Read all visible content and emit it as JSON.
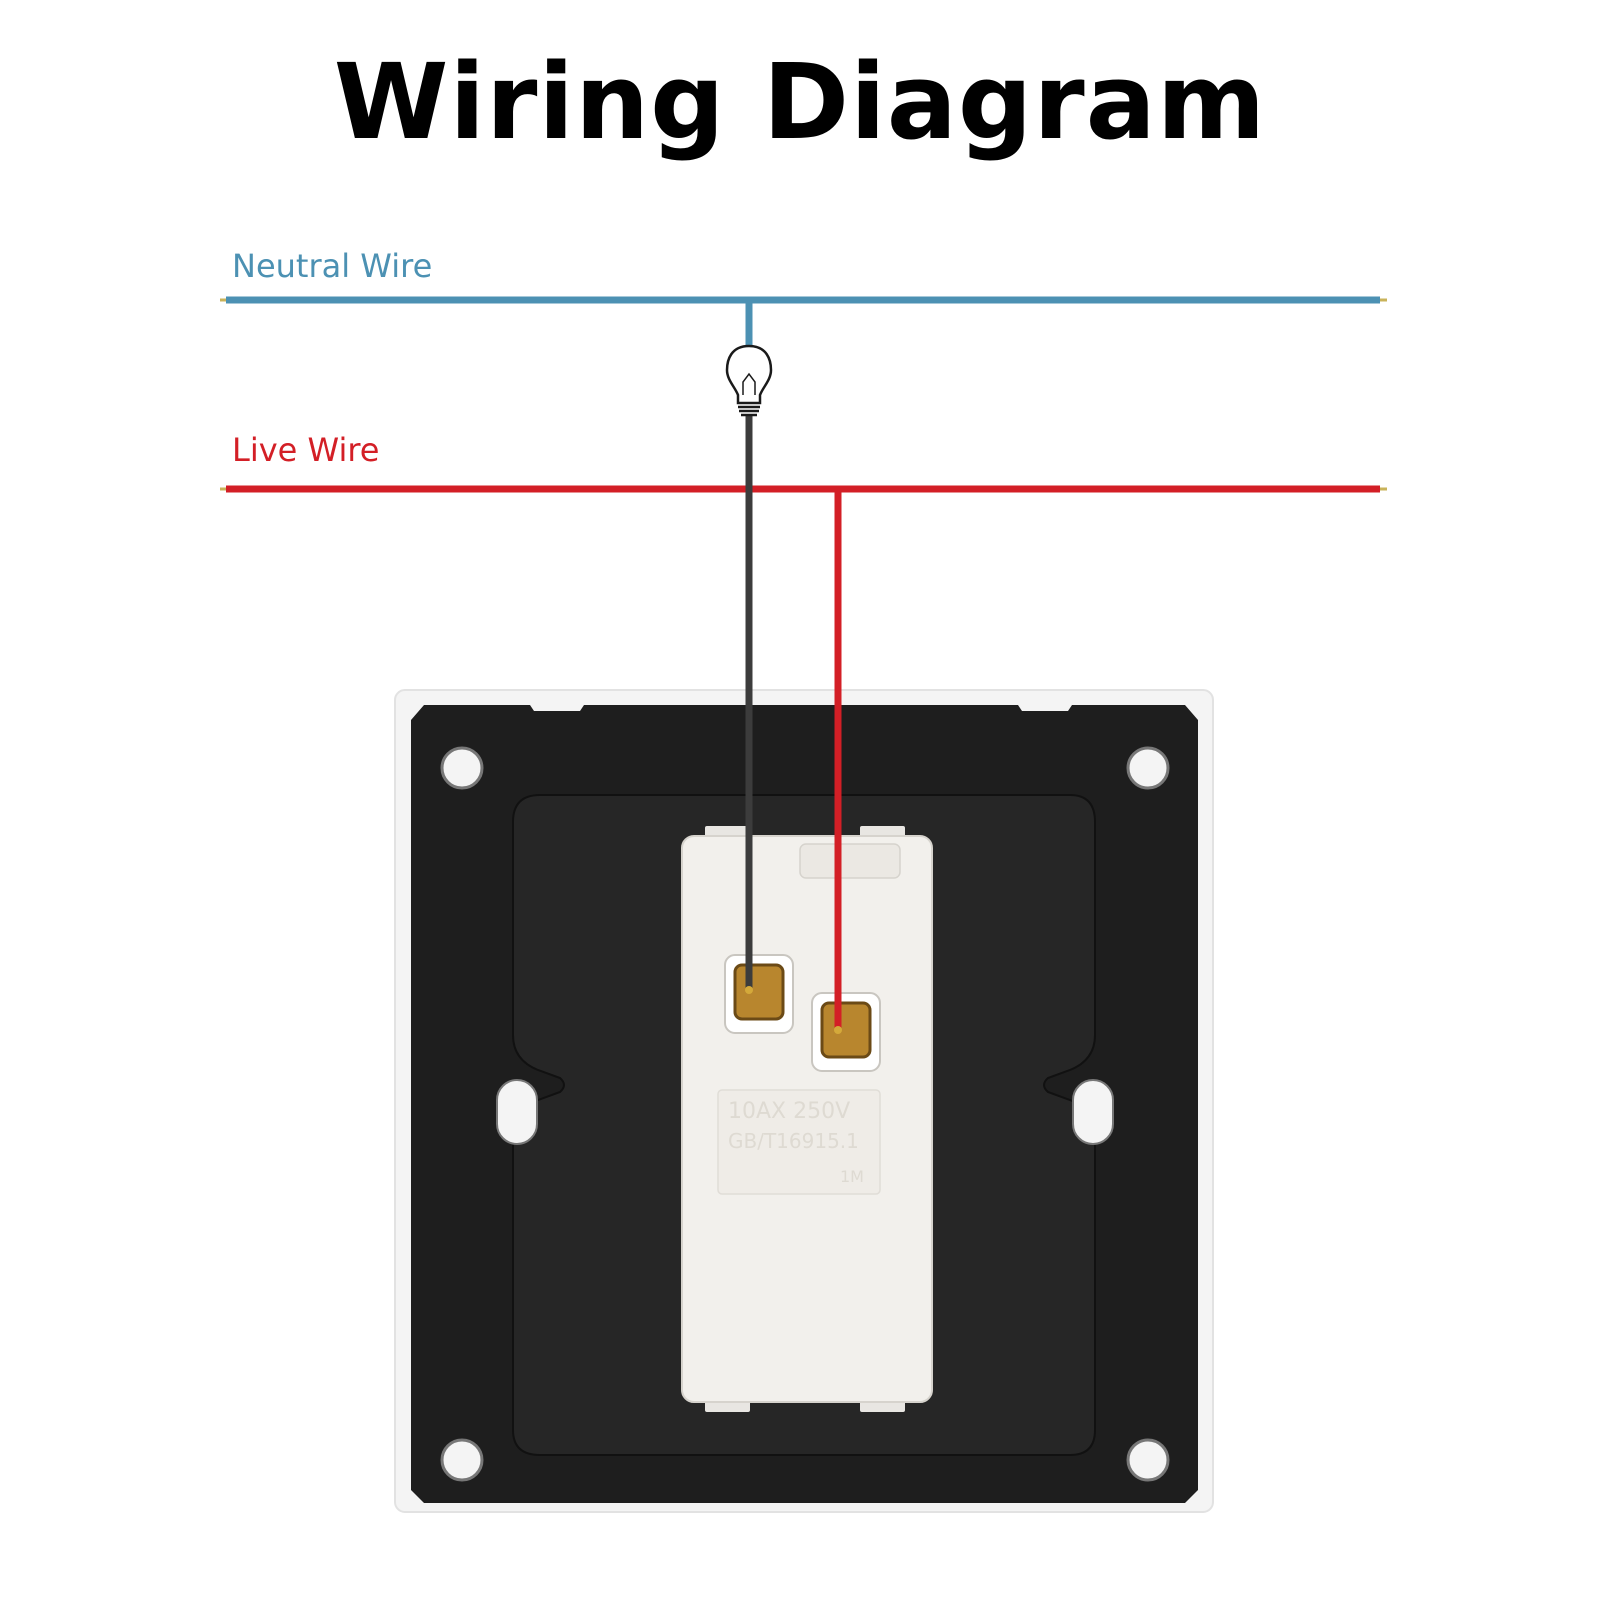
{
  "title": "Wiring Diagram",
  "wires": {
    "neutral": {
      "label": "Neutral Wire",
      "color": "#4c91b3"
    },
    "live": {
      "label": "Live Wire",
      "color": "#d31f26"
    },
    "lamp_lead_color": "#3c3c3c"
  },
  "switch": {
    "plate_color": "#1e1e1e",
    "frame_color": "#f4f4f4",
    "module_color": "#f2f0ec",
    "terminal_color": "#b8862e",
    "markings": {
      "rating": "10AX 250V",
      "standard": "GB/T16915.1",
      "mark": "1M"
    }
  }
}
